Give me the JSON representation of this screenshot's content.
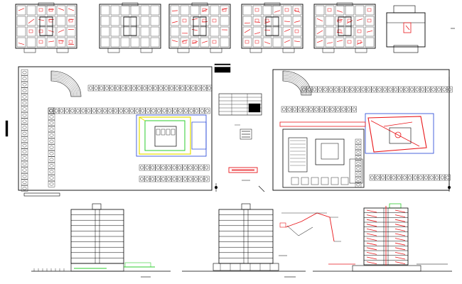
{
  "drawing": {
    "description_labels": [],
    "sheet": {
      "floor_plans_count": 6,
      "site_plans_count": 2,
      "sections_count": 3
    },
    "colors": {
      "ink": "#000000",
      "red": "#e8171b",
      "blue": "#1f3fd6",
      "yellow": "#e6e000",
      "green": "#2ecc2e"
    },
    "icons": [
      "floor-plan",
      "site-plan",
      "building-section",
      "title-block",
      "legend-table"
    ]
  }
}
